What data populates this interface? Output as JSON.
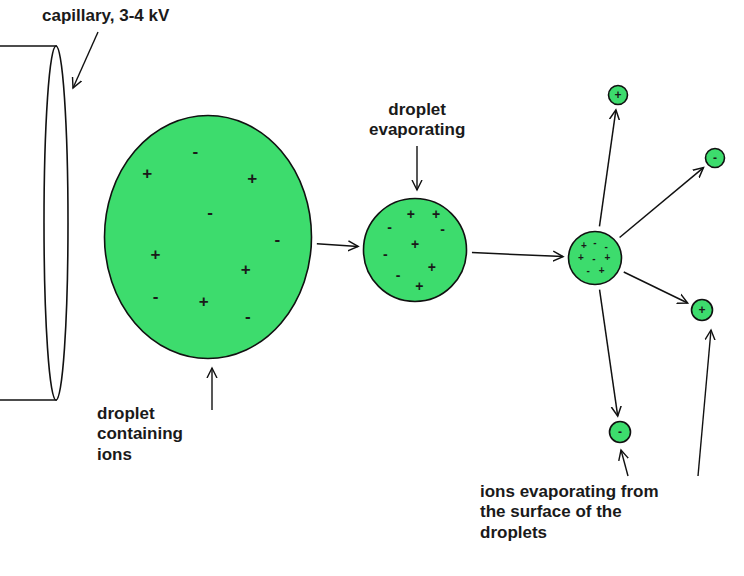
{
  "diagram": {
    "nodes": [
      {
        "text": [
          "-",
          "+",
          "+",
          "-",
          "-",
          "+",
          "+",
          "-",
          "+",
          "-"
        ]
      },
      {
        "text": [
          "+",
          "+",
          "-",
          "-",
          "+",
          "-",
          "+",
          "-",
          "+"
        ]
      },
      {
        "text": [
          "+",
          "-",
          "-",
          "+",
          "-",
          "+",
          "-",
          "+"
        ]
      },
      {
        "text": [
          "+"
        ]
      },
      {
        "text": [
          "-"
        ]
      },
      {
        "text": [
          "+"
        ]
      },
      {
        "text": [
          "-"
        ]
      }
    ],
    "edges": [
      {
        "from": 0,
        "to": 1,
        "arrow": "to"
      },
      {
        "from": 1,
        "to": 2,
        "arrow": "to"
      },
      {
        "from": 2,
        "to": 3,
        "arrow": "to"
      },
      {
        "from": 2,
        "to": 4,
        "arrow": "to"
      },
      {
        "from": 2,
        "to": 5,
        "arrow": "to"
      },
      {
        "from": 2,
        "to": 6,
        "arrow": "to"
      }
    ],
    "labels": [
      "capillary, 3-4 kV",
      "droplet evaporating",
      "droplet containing ions",
      "ions evaporating from the surface of the droplets"
    ]
  }
}
